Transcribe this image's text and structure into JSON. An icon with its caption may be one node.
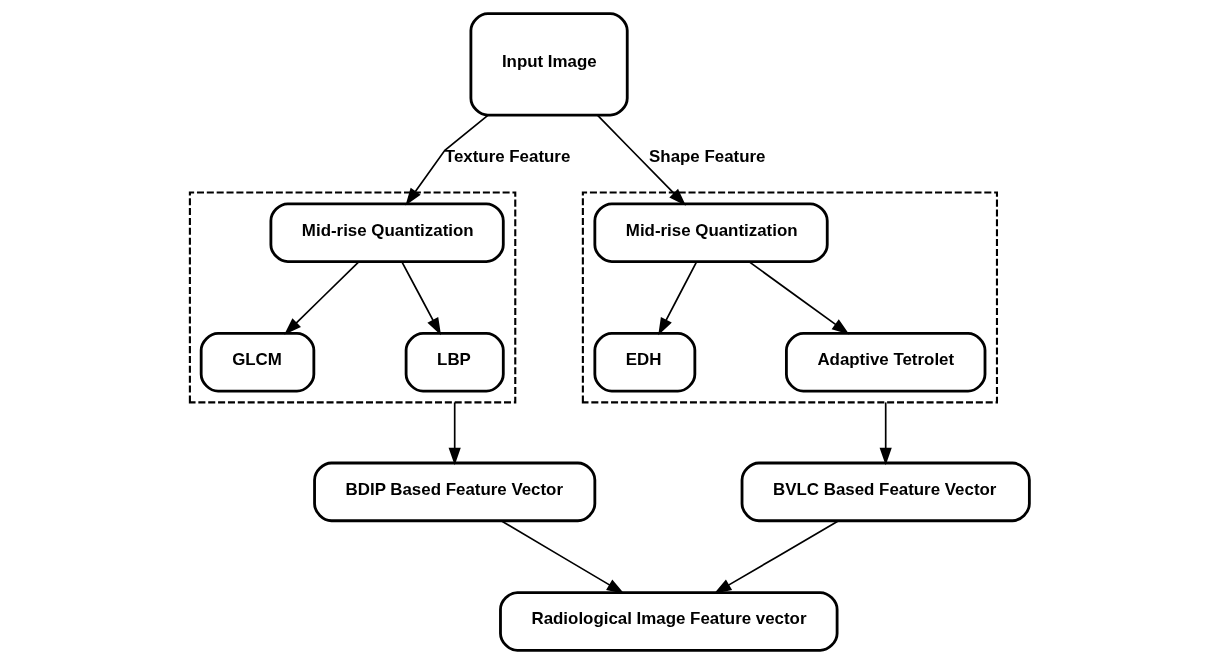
{
  "diagram": {
    "nodes": [
      {
        "text": [
          "Input Image"
        ]
      },
      {
        "text": [],
        "shape": "box"
      },
      {
        "text": [
          "Mid-rise Quantization"
        ],
        "in": 1
      },
      {
        "text": [
          "GLCM"
        ],
        "in": 1
      },
      {
        "text": [
          "LBP"
        ],
        "in": 1
      },
      {
        "text": [],
        "shape": "box"
      },
      {
        "text": [
          "Mid-rise Quantization"
        ],
        "in": 5
      },
      {
        "text": [
          "EDH"
        ],
        "in": 5
      },
      {
        "text": [
          "Adaptive Tetrolet"
        ],
        "in": 5
      },
      {
        "text": [
          "BDIP Based Feature Vector"
        ]
      },
      {
        "text": [
          "BVLC Based Feature Vector"
        ]
      },
      {
        "text": [
          "Radiological Image Feature vector"
        ]
      }
    ],
    "edges": [
      {
        "from": 0,
        "to": 2,
        "arrow": "to",
        "label": "Texture Feature"
      },
      {
        "from": 0,
        "to": 6,
        "arrow": "to",
        "label": "Shape Feature"
      },
      {
        "from": 2,
        "to": 3,
        "arrow": "to"
      },
      {
        "from": 2,
        "to": 4,
        "arrow": "to"
      },
      {
        "from": 6,
        "to": 7,
        "arrow": "to"
      },
      {
        "from": 6,
        "to": 8,
        "arrow": "to"
      },
      {
        "from": 1,
        "to": 9,
        "arrow": "to"
      },
      {
        "from": 5,
        "to": 10,
        "arrow": "to"
      },
      {
        "from": 9,
        "to": 11,
        "arrow": "to"
      },
      {
        "from": 10,
        "to": 11,
        "arrow": "to"
      }
    ]
  }
}
